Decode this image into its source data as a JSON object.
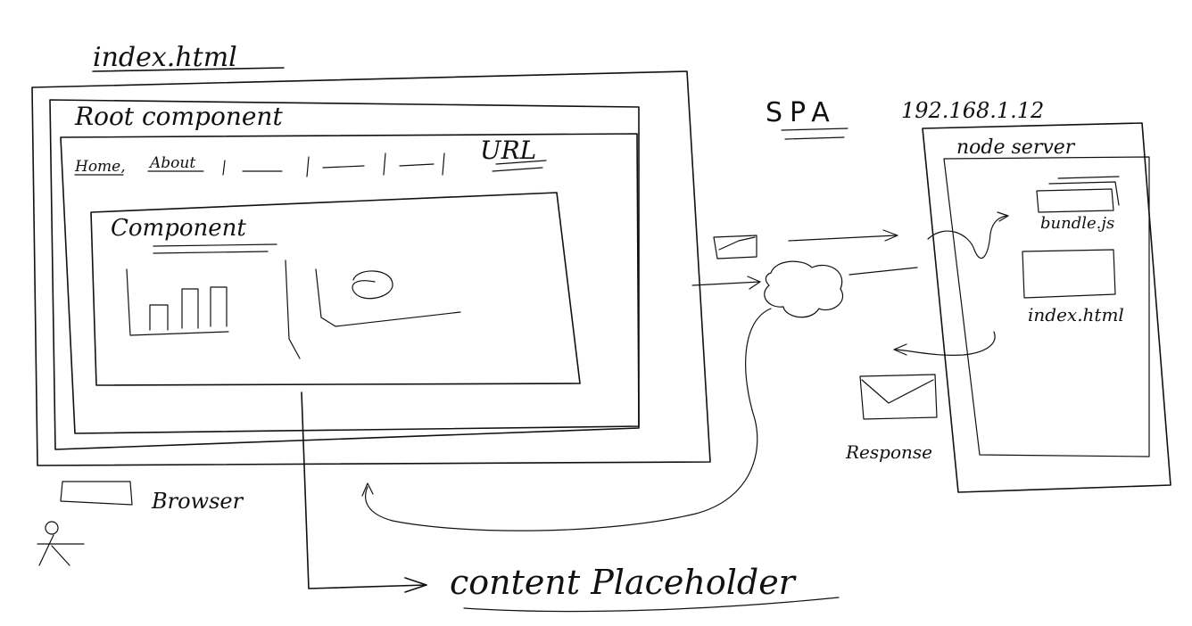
{
  "labels": {
    "file_title": "index.html",
    "root_component": "Root component",
    "nav_home": "Home,",
    "nav_about": "About",
    "url": "URL",
    "component": "Component",
    "spa": "SPA",
    "ip_address": "192.168.1.12",
    "node_server": "node server",
    "bundle_js": "bundle.js",
    "index_html_server": "index.html",
    "response": "Response",
    "browser": "Browser",
    "content_placeholder": "content Placeholder"
  },
  "icons": {
    "request": "envelope-icon",
    "response": "envelope-icon",
    "network": "cloud-icon",
    "user": "stick-figure-icon",
    "bar_chart": "bar-chart-icon",
    "line_chart": "line-chart-icon"
  }
}
